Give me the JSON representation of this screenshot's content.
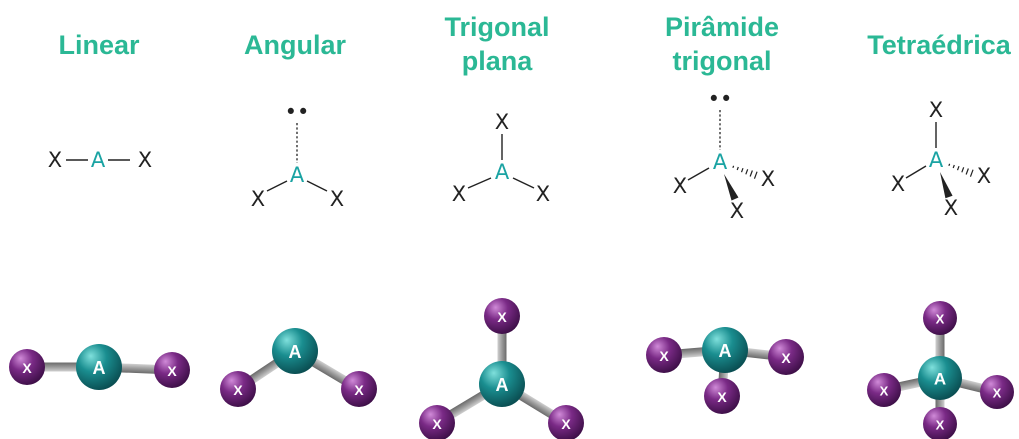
{
  "colors": {
    "title": "#2bb895",
    "central_atom_label": "#1aa3a3",
    "peripheral_label": "#222222",
    "bond_line": "#222222",
    "central_ball": "#1a8e90",
    "peripheral_ball": "#7a2a86",
    "stick": "#9a9a9a"
  },
  "labels": {
    "central": "A",
    "peripheral": "X",
    "lone_pair": "••"
  },
  "geometries": [
    {
      "id": "linear",
      "title": [
        "Linear"
      ]
    },
    {
      "id": "angular",
      "title": [
        "Angular"
      ]
    },
    {
      "id": "trigonal-plana",
      "title": [
        "Trigonal",
        "plana"
      ]
    },
    {
      "id": "piramide-trigonal",
      "title": [
        "Pirâmide",
        "trigonal"
      ]
    },
    {
      "id": "tetraedrica",
      "title": [
        "Tetraédrica"
      ]
    }
  ]
}
